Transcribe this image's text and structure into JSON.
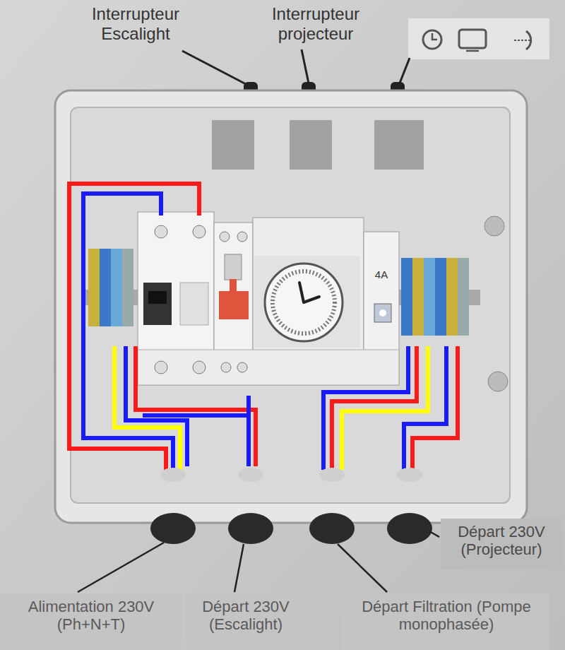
{
  "diagram": {
    "labels": [
      "Interrupteur Escalight",
      "Interrupteur projecteur",
      "Alimentation 230V (Ph+N+T)",
      "Départ 230V (Escalight)",
      "Départ Filtration (Pompe monophasée)",
      "Départ 230V (Projecteur)",
      "4A"
    ]
  }
}
